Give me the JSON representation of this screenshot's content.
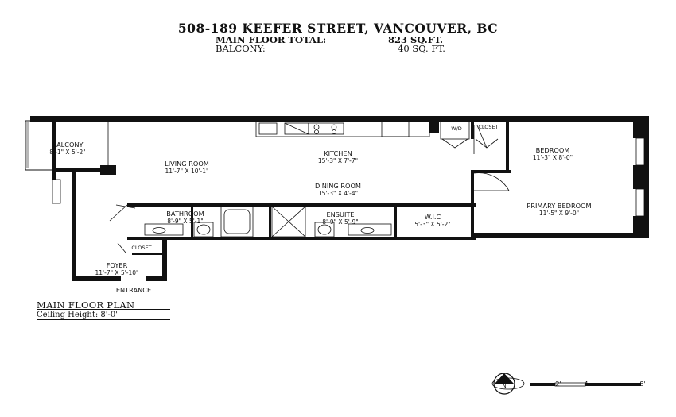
{
  "header": {
    "address": "508-189 KEEFER STREET, VANCOUVER, BC",
    "main_floor_label": "MAIN FLOOR TOTAL:",
    "main_floor_value": "823 SQ.FT.",
    "balcony_label": "BALCONY:",
    "balcony_value": "40 SQ. FT."
  },
  "rooms": {
    "balcony": {
      "name": "BALCONY",
      "dims": "8'-1\" X 5'-2\""
    },
    "living": {
      "name": "LIVING ROOM",
      "dims": "11'-7\" X 10'-1\""
    },
    "kitchen": {
      "name": "KITCHEN",
      "dims": "15'-3\" X 7'-7\""
    },
    "dining": {
      "name": "DINING ROOM",
      "dims": "15'-3\" X 4'-4\""
    },
    "bathroom": {
      "name": "BATHROOM",
      "dims": "8'-9\" X 5'-1\""
    },
    "ensuite": {
      "name": "ENSUITE",
      "dims": "8'-9\" X 5'-9\""
    },
    "wic": {
      "name": "W.I.C",
      "dims": "5'-3\" X 5'-2\""
    },
    "bedroom": {
      "name": "BEDROOM",
      "dims": "11'-3\" X 8'-0\""
    },
    "primary": {
      "name": "PRIMARY BEDROOM",
      "dims": "11'-5\" X 9'-0\""
    },
    "foyer": {
      "name": "FOYER",
      "dims": "11'-7\" X 5'-10\""
    }
  },
  "labels": {
    "wd": "W/D",
    "closet_top": "CLOSET",
    "closet_foyer": "CLOSET",
    "entrance": "ENTRANCE"
  },
  "caption": {
    "title": "MAIN FLOOR PLAN",
    "ceiling": "Ceiling Height: 8'-0\""
  },
  "scale": {
    "ticks": [
      "2'",
      "4'",
      "8'"
    ],
    "north": "N"
  }
}
